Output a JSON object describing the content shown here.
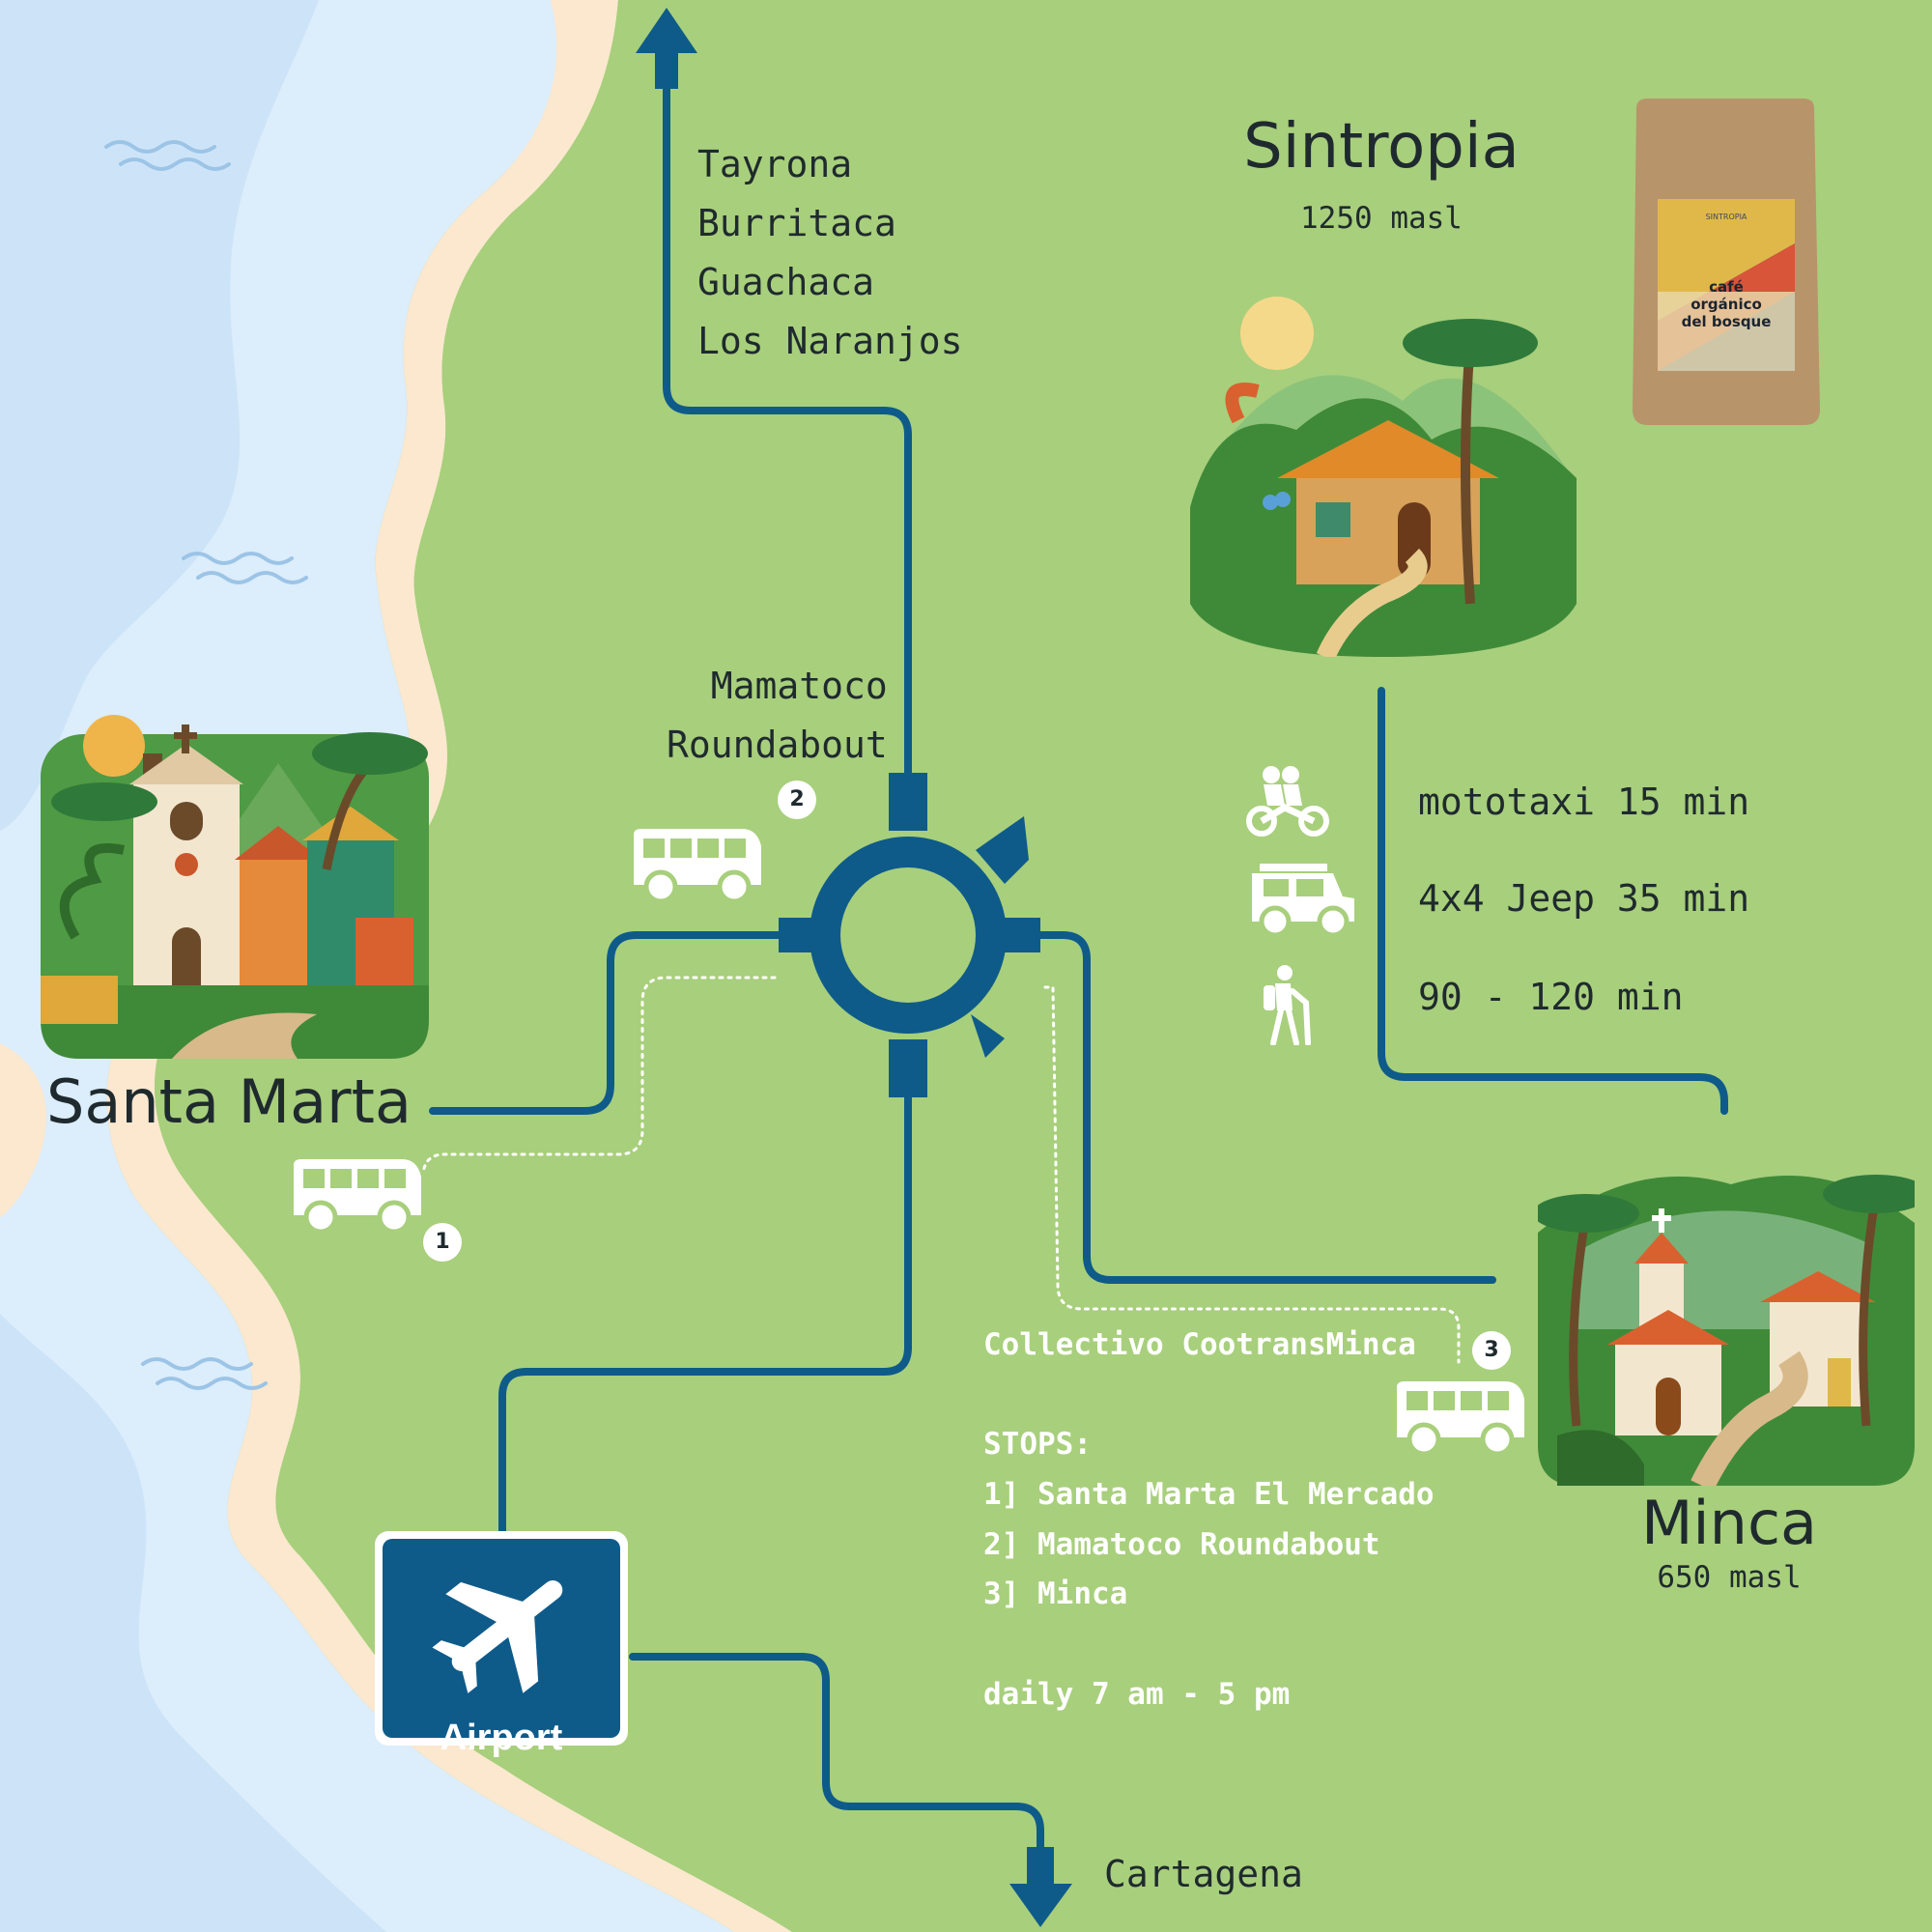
{
  "colors": {
    "land": "#a8cf7c",
    "sea": "#dcedfb",
    "beach": "#fbe8cf",
    "route": "#0e5b8a",
    "text": "#1f2a2e",
    "white": "#ffffff"
  },
  "north_destinations": [
    "Tayrona",
    "Burritaca",
    "Guachaca",
    "Los Naranjos"
  ],
  "roundabout": {
    "label_line1": "Mamatoco",
    "label_line2": "Roundabout",
    "stop_number": "2"
  },
  "santa_marta": {
    "name": "Santa Marta",
    "stop_number": "1"
  },
  "sintropia": {
    "name": "Sintropia",
    "altitude": "1250 masl",
    "coffee_bag": {
      "brand": "SINTROPIA",
      "line1": "café",
      "line2": "orgánico",
      "line3": "del bosque"
    }
  },
  "transport_options": [
    {
      "icon": "motorcycle-icon",
      "label": "mototaxi 15 min"
    },
    {
      "icon": "jeep-icon",
      "label": "4x4 Jeep 35 min"
    },
    {
      "icon": "hiker-icon",
      "label": "90 - 120 min"
    }
  ],
  "minca": {
    "name": "Minca",
    "altitude": "650 masl",
    "stop_number": "3"
  },
  "collectivo": {
    "title": "Collectivo CootransMinca",
    "stops_heading": "STOPS:",
    "stops": [
      "1] Santa Marta El Mercado",
      "2] Mamatoco Roundabout",
      "3] Minca"
    ],
    "schedule": "daily 7 am - 5 pm"
  },
  "airport": {
    "label": "Airport"
  },
  "south_destination": "Cartagena",
  "icons": [
    "bus-icon",
    "airplane-icon",
    "arrow-up-icon",
    "arrow-down-icon",
    "wave-icon"
  ]
}
